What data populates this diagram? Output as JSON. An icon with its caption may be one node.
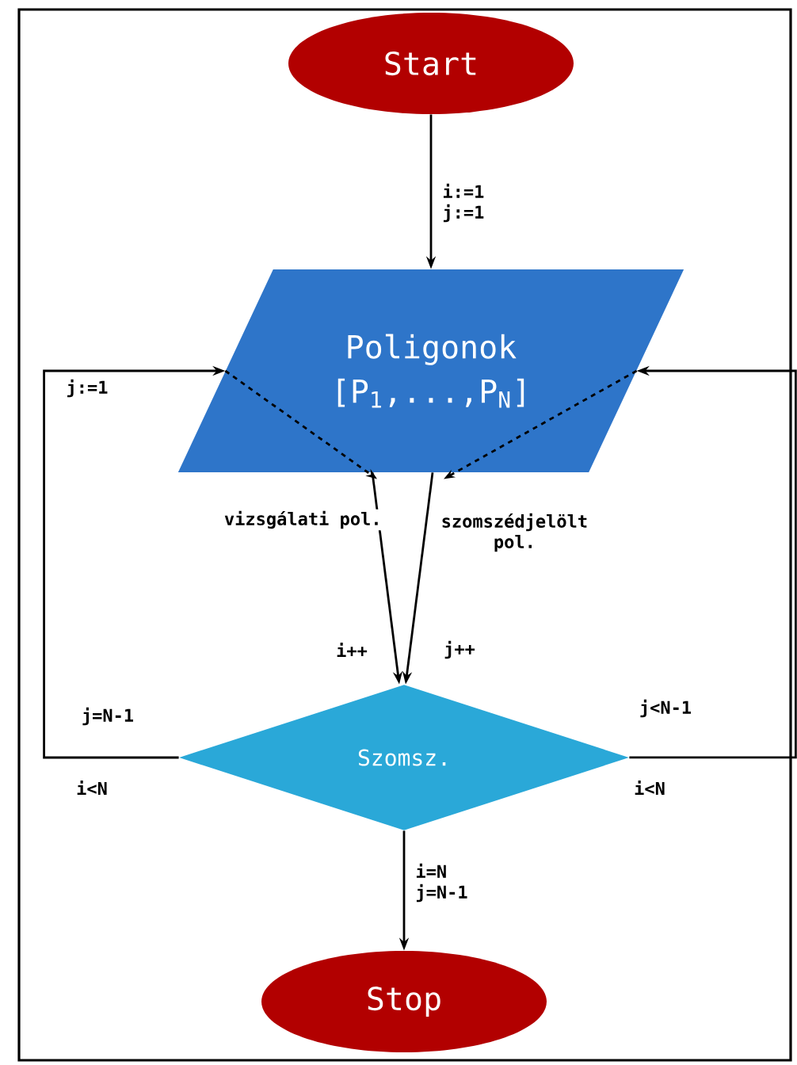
{
  "diagram": {
    "nodes": [
      {
        "text": [
          "Start"
        ]
      },
      {
        "text": [
          "Poligonok",
          "[P$_{1}$,...,P$_{N}$]"
        ]
      },
      {
        "text": [
          "Szomsz."
        ]
      },
      {
        "text": [
          "Stop"
        ]
      }
    ],
    "edges": [
      {
        "from": 0,
        "to": 1,
        "arrow": "to",
        "label": "i:=1 j:=1"
      },
      {
        "from": 1,
        "to": 2,
        "arrow": "to",
        "label": "vizsgálati pol."
      },
      {
        "from": 1,
        "to": 2,
        "arrow": "to",
        "label": "szomszédjelölt pol."
      },
      {
        "from": 2,
        "to": 1,
        "arrow": "to"
      },
      {
        "from": 2,
        "to": 1,
        "arrow": "to"
      },
      {
        "from": 2,
        "to": 3,
        "arrow": "to",
        "label": "i=N j=N-1"
      }
    ],
    "labels": [
      "j:=1",
      "i++",
      "j++",
      "j=N-1",
      "j<N-1",
      "i<N",
      "i<N"
    ]
  }
}
